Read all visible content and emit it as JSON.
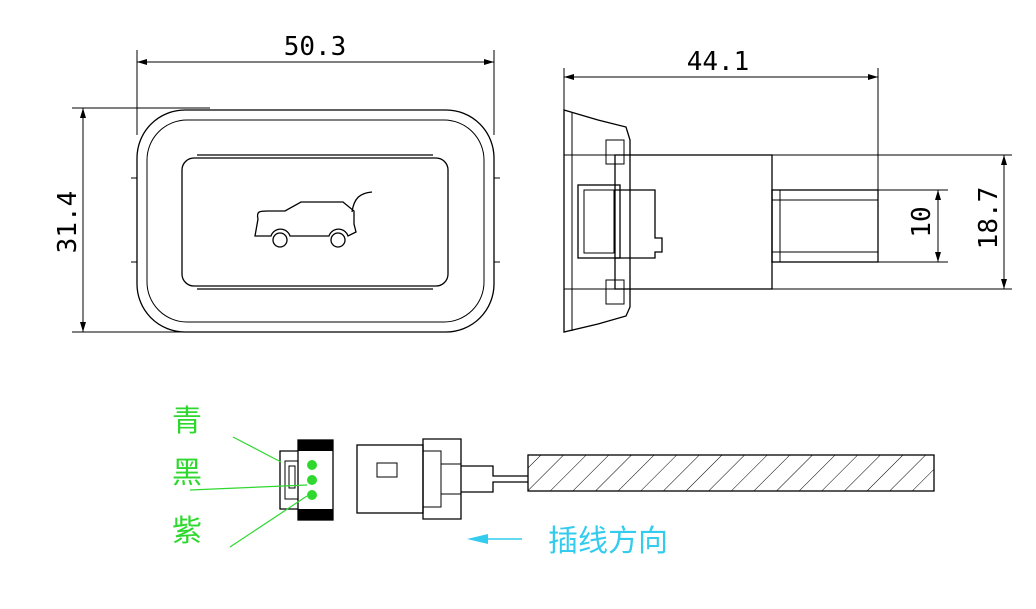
{
  "dimensions": {
    "width": "50.3",
    "height": "31.4",
    "depth": "44.1",
    "connector_inner": "10",
    "connector_outer": "18.7"
  },
  "wires": {
    "labels": [
      "青",
      "黑",
      "紫"
    ],
    "color": "#2fd82f"
  },
  "direction": {
    "text": "插线方向",
    "color": "#33ccee"
  },
  "icons": {
    "switch_face": "car-tailgate-icon"
  }
}
